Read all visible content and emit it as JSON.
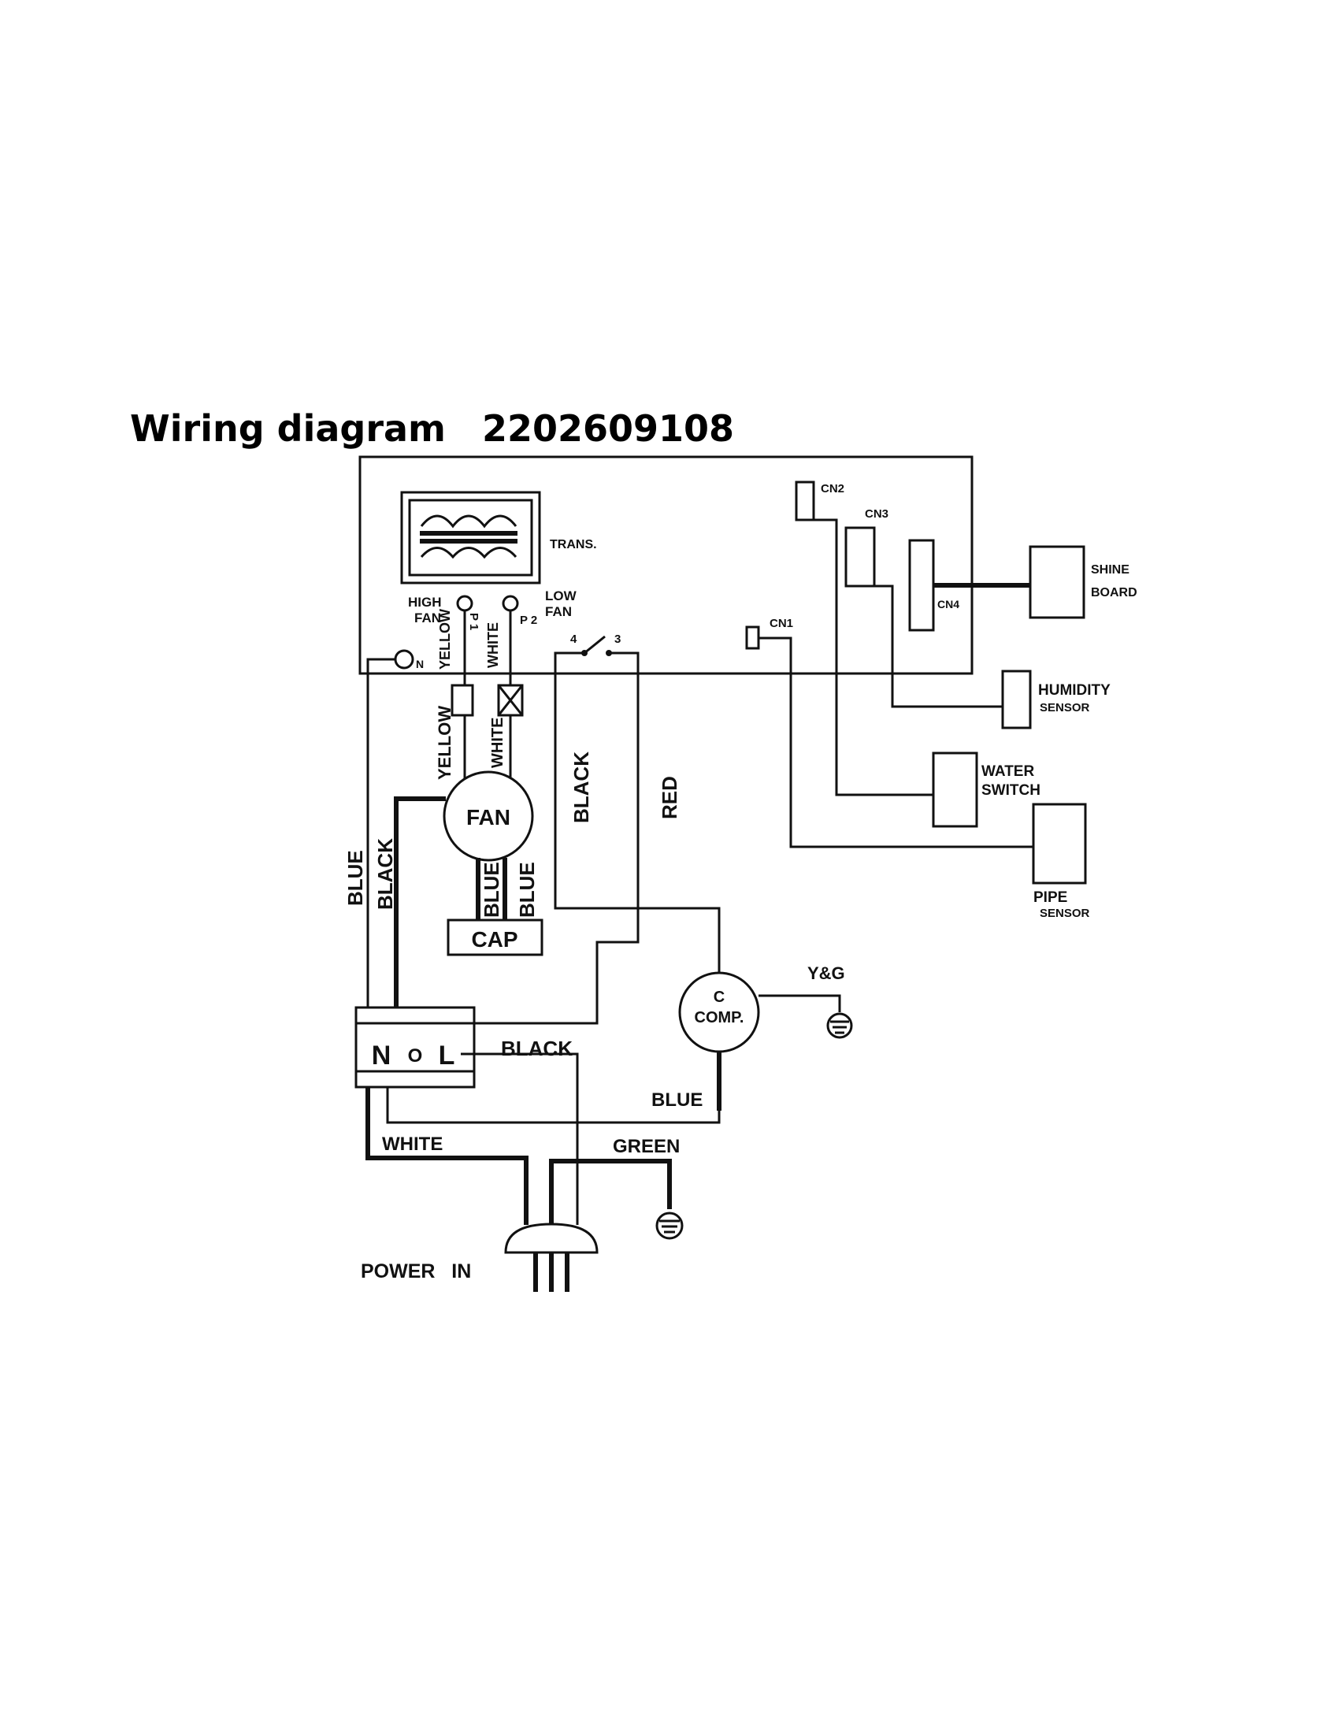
{
  "title": "Wiring diagram",
  "part_number": "2202609108",
  "labels": {
    "trans": "TRANS.",
    "high_fan": [
      "HIGH",
      "FAN"
    ],
    "low_fan": [
      "LOW",
      "FAN"
    ],
    "p1": "P 1",
    "p2": "P 2",
    "n_terminal": "N",
    "relay_4": "4",
    "relay_3": "3",
    "cn1": "CN1",
    "cn2": "CN2",
    "cn3": "CN3",
    "cn4": "CN4",
    "shine_board": [
      "SHINE",
      "BOARD"
    ],
    "humidity_sensor": [
      "HUMIDITY",
      "SENSOR"
    ],
    "water_switch": [
      "WATER",
      "SWITCH"
    ],
    "pipe_sensor": [
      "PIPE",
      "SENSOR"
    ],
    "fan": "FAN",
    "cap": "CAP",
    "comp": [
      "C",
      "COMP."
    ],
    "yg": "Y&G",
    "terminal_n": "N",
    "terminal_o": "O",
    "terminal_l": "L",
    "power_in": "POWER   IN"
  },
  "wire_colors": {
    "yellow": "YELLOW",
    "white": "WHITE",
    "blue": "BLUE",
    "black": "BLACK",
    "red": "RED",
    "green": "GREEN"
  },
  "colors": {
    "ink": "#111111",
    "paper": "#ffffff"
  }
}
